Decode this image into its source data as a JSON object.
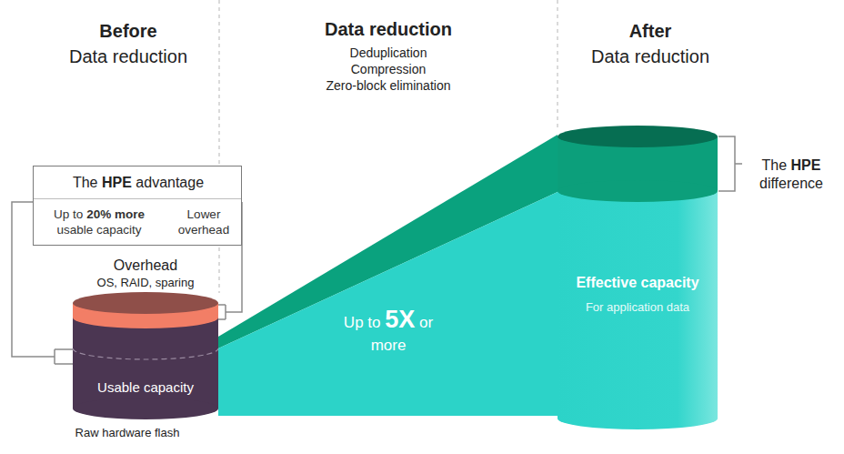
{
  "diagram": {
    "nodes": [
      {
        "text": [
          "The HPE advantage",
          "Up to 20% more usable capacity",
          "Lower overhead"
        ]
      },
      {
        "text": [
          "Usable capacity"
        ]
      },
      {
        "text": [
          "Up to 5X or more"
        ]
      },
      {
        "text": [
          "Effective capacity",
          "For application data"
        ]
      }
    ],
    "edges": [
      {
        "from": 0,
        "to": 1,
        "arrow": "none"
      },
      {
        "from": 0,
        "to": 1,
        "arrow": "none"
      }
    ],
    "labels": [
      "Before",
      "Data reduction",
      "Data reduction",
      "Deduplication",
      "Compression",
      "Zero-block elimination",
      "After",
      "Data reduction",
      "Overhead",
      "OS, RAID, sparing",
      "Raw hardware flash",
      "The HPE difference"
    ]
  }
}
